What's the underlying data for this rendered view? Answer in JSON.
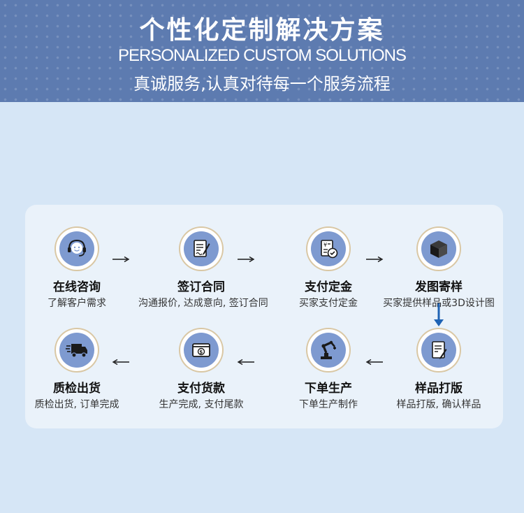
{
  "header": {
    "title": "个性化定制解决方案",
    "subtitle": "PERSONALIZED CUSTOM SOLUTIONS",
    "tagline": "真诚服务,认真对待每一个服务流程"
  },
  "steps": [
    {
      "title": "在线咨询",
      "desc": "了解客户需求",
      "icon": "headset-icon"
    },
    {
      "title": "签订合同",
      "desc": "沟通报价, 达成意向, 签订合同",
      "icon": "contract-pen-icon"
    },
    {
      "title": "支付定金",
      "desc": "买家支付定金",
      "icon": "invoice-coin-icon"
    },
    {
      "title": "发图寄样",
      "desc": "买家提供样品或3D设计图",
      "icon": "box-icon"
    },
    {
      "title": "样品打版",
      "desc": "样品打版, 确认样品",
      "icon": "document-edit-icon"
    },
    {
      "title": "下单生产",
      "desc": "下单生产制作",
      "icon": "robot-arm-icon"
    },
    {
      "title": "支付货款",
      "desc": "生产完成, 支付尾款",
      "icon": "payment-card-icon"
    },
    {
      "title": "质检出货",
      "desc": "质检出货, 订单完成",
      "icon": "delivery-truck-icon"
    }
  ],
  "colors": {
    "header_bg": "#5d7bb0",
    "page_bg": "#d6e6f6",
    "card_bg": "#eaf2fa",
    "icon_bg": "#7e9ad0",
    "down_arrow": "#1f63b4"
  }
}
